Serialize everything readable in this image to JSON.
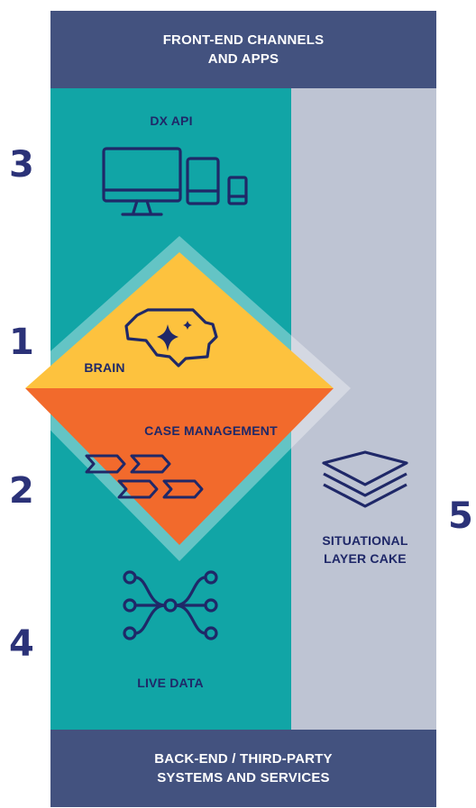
{
  "top_band": {
    "line1": "FRONT-END CHANNELS",
    "line2": "AND APPS"
  },
  "bottom_band": {
    "line1": "BACK-END / THIRD-PARTY",
    "line2": "SYSTEMS AND SERVICES"
  },
  "layers": {
    "dx_api": {
      "number": "3",
      "label": "DX API",
      "icon": "devices-icon"
    },
    "brain": {
      "number": "1",
      "label": "BRAIN",
      "icon": "brain-sparkle-icon"
    },
    "case_management": {
      "number": "2",
      "label": "CASE MANAGEMENT",
      "icon": "workflow-chevrons-icon"
    },
    "live_data": {
      "number": "4",
      "label": "LIVE DATA",
      "icon": "data-connections-icon"
    },
    "situational_layer_cake": {
      "number": "5",
      "label_line1": "SITUATIONAL",
      "label_line2": "LAYER CAKE",
      "icon": "layers-icon"
    }
  },
  "colors": {
    "band": "#43527f",
    "teal_column": "#11a5a6",
    "gray_column": "#bec4d3",
    "brain_fill": "#fdc23e",
    "case_fill": "#f26a2c",
    "icon_stroke": "#1f2868",
    "number": "#2b3278"
  }
}
